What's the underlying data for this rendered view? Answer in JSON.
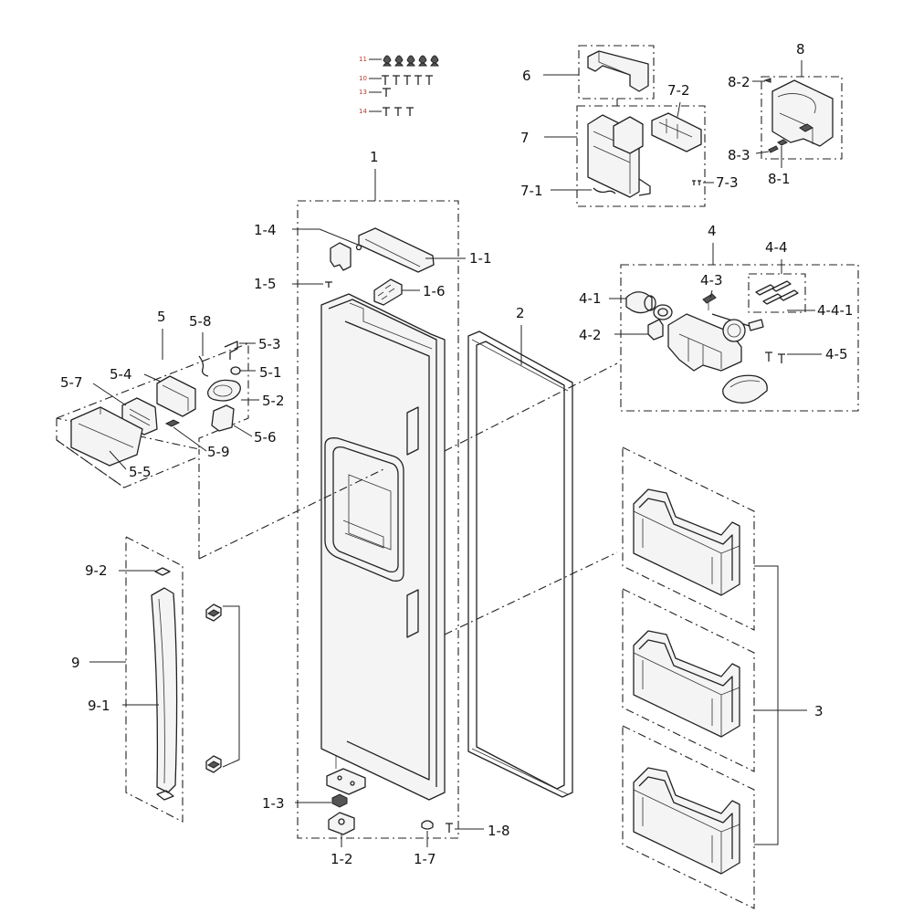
{
  "labels": {
    "l1": "1",
    "l1_1": "1-1",
    "l1_2": "1-2",
    "l1_3": "1-3",
    "l1_4": "1-4",
    "l1_5": "1-5",
    "l1_6": "1-6",
    "l1_7": "1-7",
    "l1_8": "1-8",
    "l2": "2",
    "l3": "3",
    "l4": "4",
    "l4_1": "4-1",
    "l4_2": "4-2",
    "l4_3": "4-3",
    "l4_4": "4-4",
    "l4_4_1": "4-4-1",
    "l4_5": "4-5",
    "l5": "5",
    "l5_1": "5-1",
    "l5_2": "5-2",
    "l5_3": "5-3",
    "l5_4": "5-4",
    "l5_5": "5-5",
    "l5_6": "5-6",
    "l5_7": "5-7",
    "l5_8": "5-8",
    "l5_9": "5-9",
    "l6": "6",
    "l7": "7",
    "l7_1": "7-1",
    "l7_2": "7-2",
    "l7_3": "7-3",
    "l8": "8",
    "l8_1": "8-1",
    "l8_2": "8-2",
    "l8_3": "8-3",
    "l9": "9",
    "l9_1": "9-1",
    "l9_2": "9-2",
    "l10": "10",
    "l11": "11",
    "l13": "13",
    "l14": "14"
  }
}
